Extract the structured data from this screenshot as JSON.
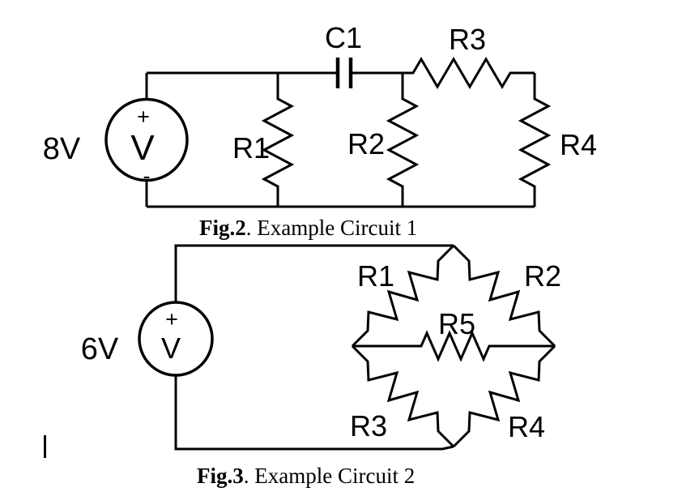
{
  "page": {
    "background_color": "#ffffff",
    "ink_color": "#000000"
  },
  "figure2": {
    "voltage": "8V",
    "source": {
      "meter": "V",
      "plus": "+",
      "minus": "-"
    },
    "components": {
      "c1": "C1",
      "r1": "R1",
      "r2": "R2",
      "r3": "R3",
      "r4": "R4"
    },
    "caption": {
      "bold": "Fig.2",
      "rest": ". Example Circuit 1"
    }
  },
  "figure3": {
    "voltage": "6V",
    "source": {
      "meter": "V",
      "plus": "+"
    },
    "components": {
      "r1": "R1",
      "r2": "R2",
      "r3": "R3",
      "r4": "R4",
      "r5": "R5"
    },
    "caption": {
      "bold": "Fig.3",
      "rest": ". Example Circuit 2"
    }
  }
}
